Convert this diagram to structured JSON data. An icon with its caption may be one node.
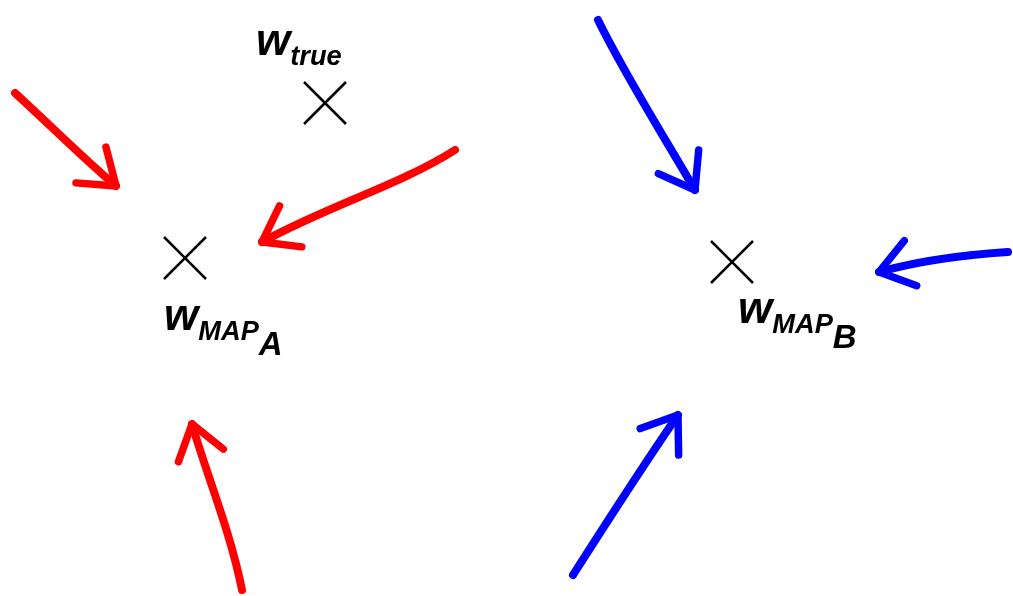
{
  "diagram": {
    "nodes": [
      {
        "text": [
          "w$_{true}$"
        ]
      },
      {
        "text": [
          "w$_{MAP}$$_{A}$"
        ]
      },
      {
        "text": [
          "w$_{MAP}$$_{B}$"
        ]
      }
    ],
    "edges": [
      {
        "from": null,
        "to": 1,
        "arrow": "to",
        "color": "#ff0000"
      },
      {
        "from": null,
        "to": 1,
        "arrow": "to",
        "color": "#ff0000"
      },
      {
        "from": null,
        "to": 1,
        "arrow": "to",
        "color": "#ff0000"
      },
      {
        "from": null,
        "to": 2,
        "arrow": "to",
        "color": "#0000ff"
      },
      {
        "from": null,
        "to": 2,
        "arrow": "to",
        "color": "#0000ff"
      },
      {
        "from": null,
        "to": 2,
        "arrow": "to",
        "color": "#0000ff"
      }
    ]
  }
}
